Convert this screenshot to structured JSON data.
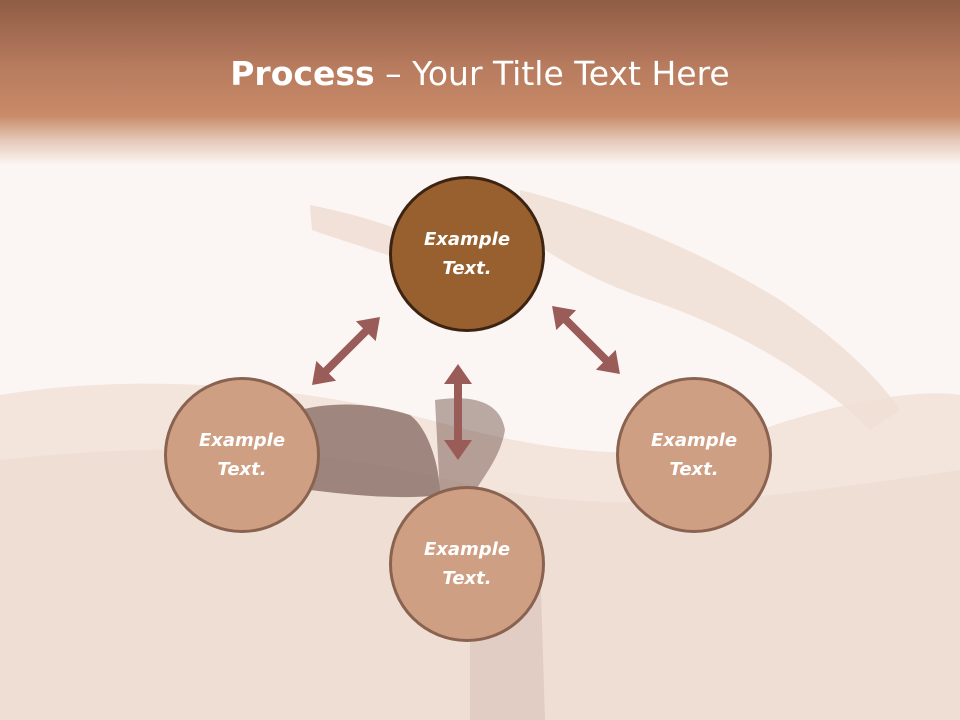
{
  "title": {
    "bold": "Process",
    "rest": " – Your Title Text Here"
  },
  "nodes": [
    {
      "line1": "Example",
      "line2": "Text."
    },
    {
      "line1": "Example",
      "line2": "Text."
    },
    {
      "line1": "Example",
      "line2": "Text."
    },
    {
      "line1": "Example",
      "line2": "Text."
    }
  ],
  "colors": {
    "title_band": "#b77b5e",
    "node_primary": "#98602f",
    "node_secondary": "#cf9f84",
    "arrow": "#9a5c58"
  }
}
